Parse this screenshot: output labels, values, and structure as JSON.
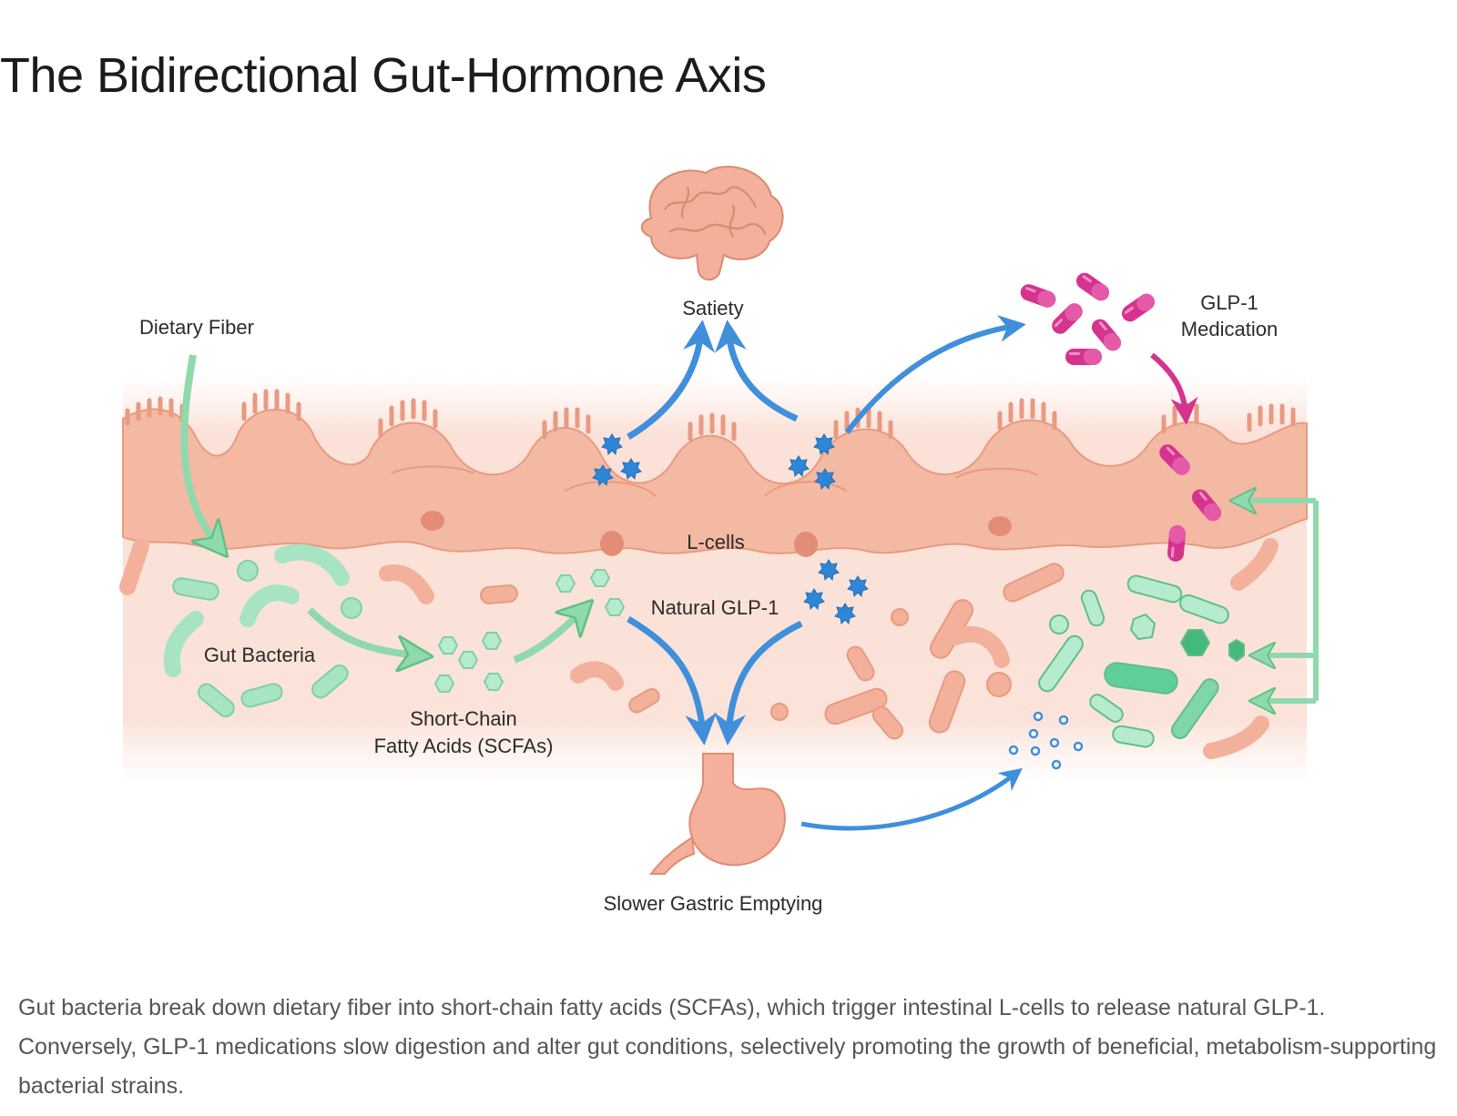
{
  "title": "The Bidirectional Gut-Hormone Axis",
  "labels": {
    "dietary_fiber": "Dietary Fiber",
    "satiety": "Satiety",
    "glp1_medication_line1": "GLP-1",
    "glp1_medication_line2": "Medication",
    "l_cells": "L-cells",
    "natural_glp1": "Natural GLP-1",
    "gut_bacteria": "Gut Bacteria",
    "scfa_line1": "Short-Chain",
    "scfa_line2": "Fatty Acids (SCFAs)",
    "gastric": "Slower Gastric Emptying"
  },
  "caption": "Gut bacteria break down dietary fiber into short-chain fatty acids (SCFAs), which trigger intestinal L-cells to release natural GLP-1. Conversely, GLP-1 medications slow digestion and alter gut conditions, selectively promoting the growth of beneficial, metabolism-supporting bacterial strains.",
  "colors": {
    "tissue": "#f4b9a3",
    "tissue_dark": "#e89a82",
    "hormone_blue": "#2f86d6",
    "arrow_blue": "#3f8fdb",
    "bacteria_green": "#9fe0bd",
    "bacteria_green_dark": "#3fbf86",
    "medication_magenta": "#d6338f",
    "arrow_green": "#8fd9ad"
  },
  "icons": [
    "brain-icon",
    "stomach-icon",
    "capsule-icon",
    "hormone-molecule-icon",
    "bacteria-icon"
  ]
}
